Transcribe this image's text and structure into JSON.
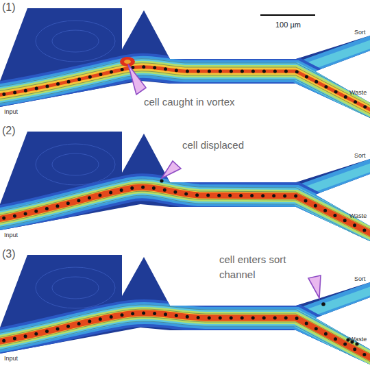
{
  "diagram": {
    "labels": [
      "(1)",
      "100 µm",
      "Sort",
      "Waste",
      "Input",
      "cell caught in vortex",
      "(2)",
      "Sort",
      "Waste",
      "Input",
      "cell displaced",
      "(3)",
      "Sort",
      "Waste",
      "Input",
      "cell enters sort channel"
    ]
  }
}
